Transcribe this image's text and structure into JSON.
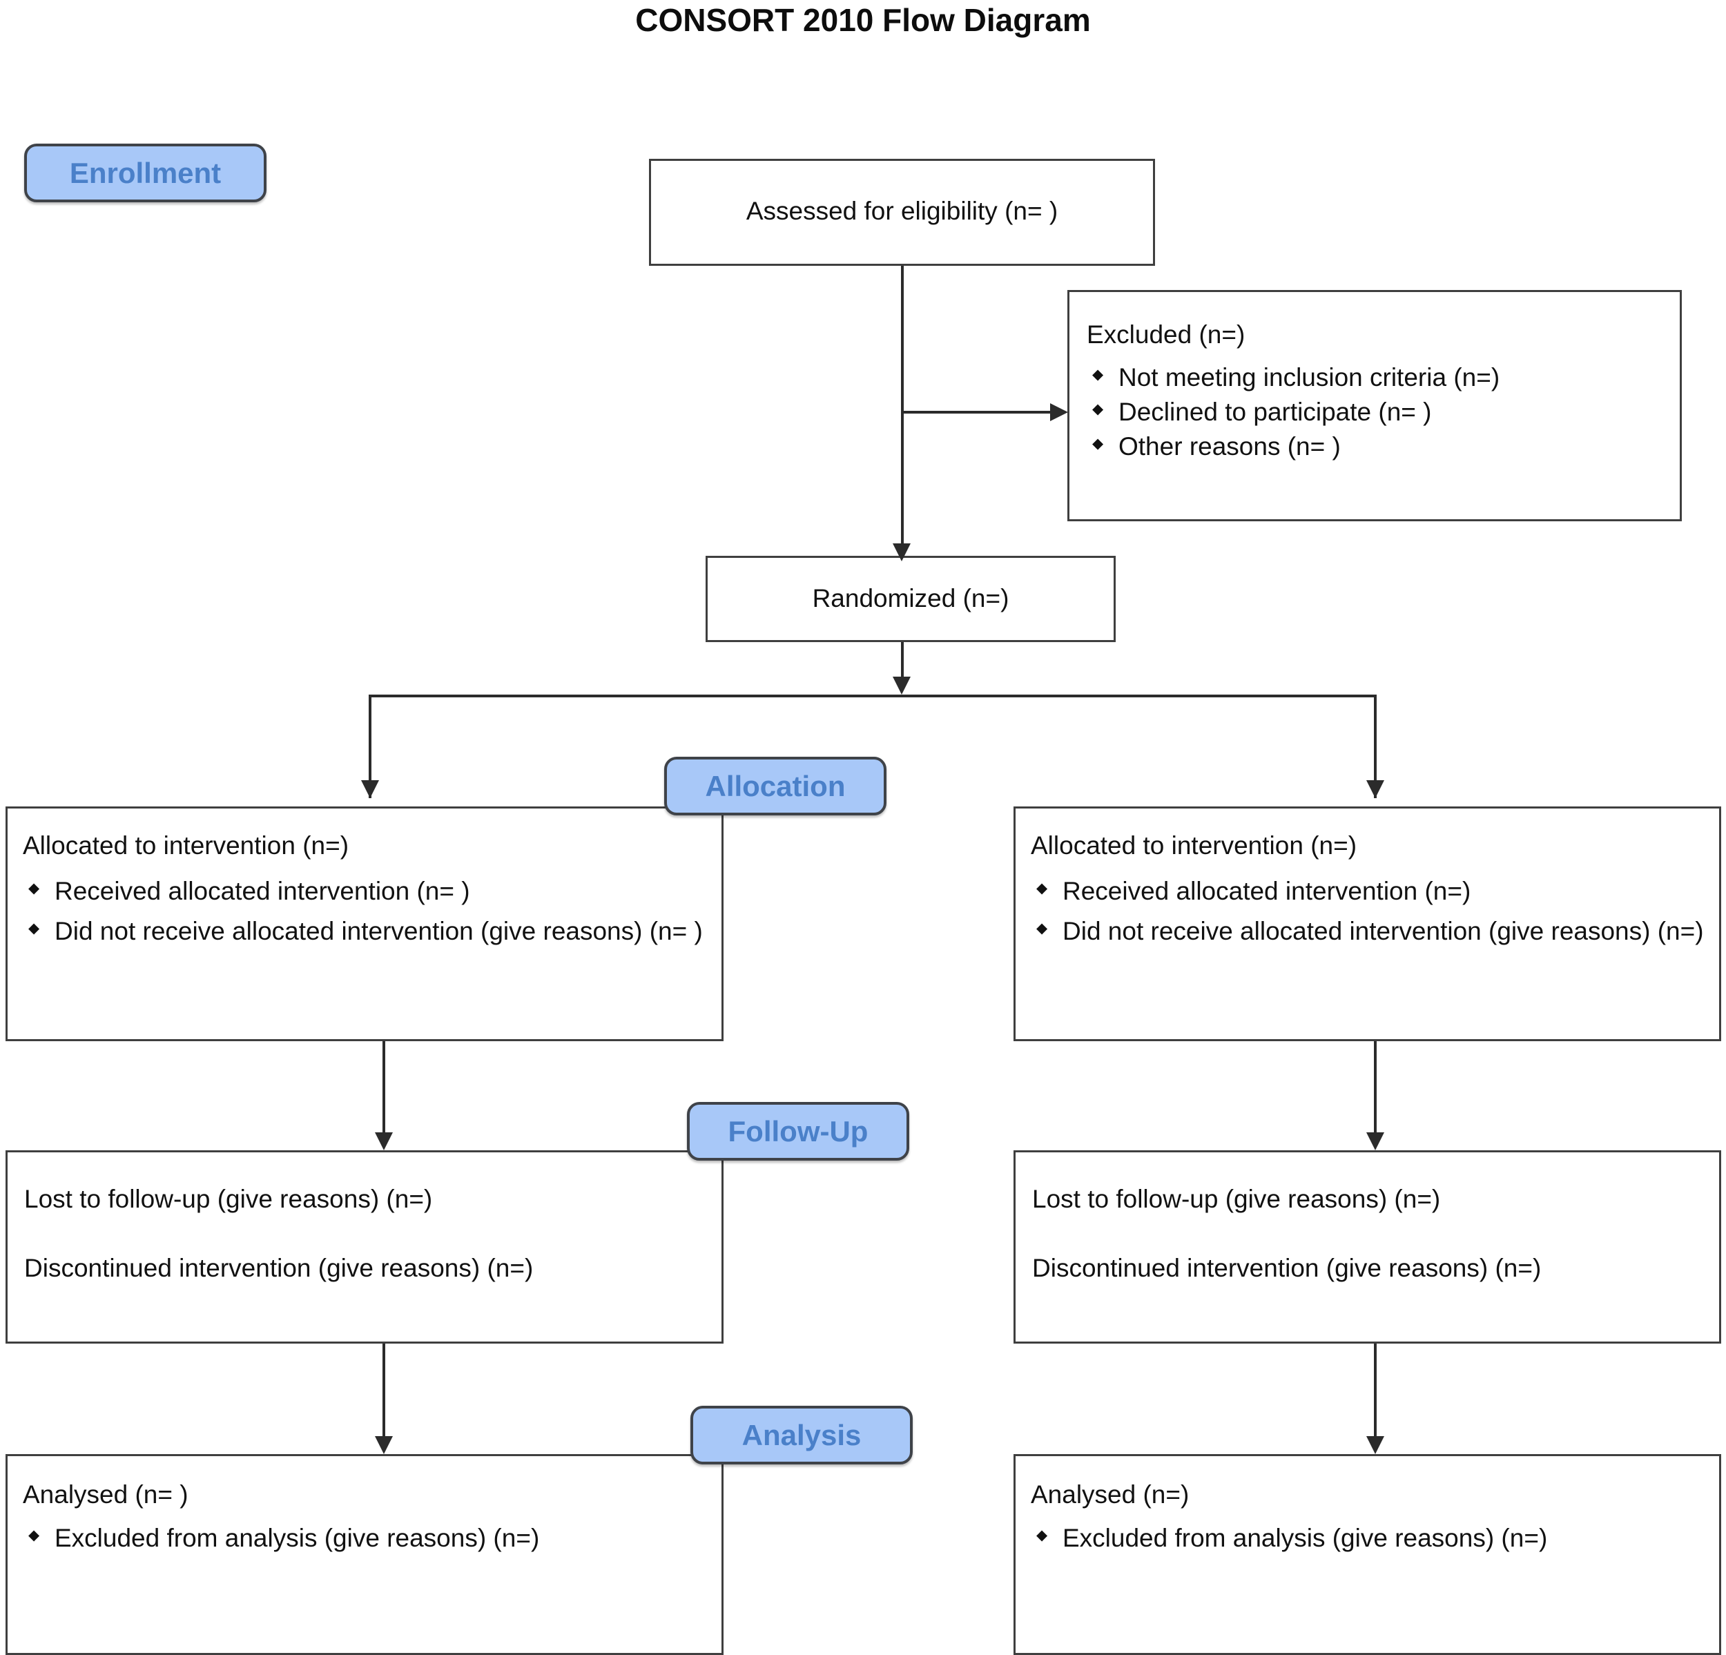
{
  "title": "CONSORT 2010 Flow Diagram",
  "stages": {
    "enrollment": "Enrollment",
    "allocation": "Allocation",
    "follow_up": "Follow-Up",
    "analysis": "Analysis"
  },
  "boxes": {
    "assessed": {
      "text": "Assessed for eligibility (n= )"
    },
    "excluded": {
      "heading": "Excluded  (n=)",
      "bullets": [
        "Not meeting inclusion criteria (n=)",
        "Declined to participate (n= )",
        " Other reasons (n=   )"
      ]
    },
    "randomized": {
      "text": "Randomized (n=)"
    },
    "allocated_left": {
      "heading": "Allocated to intervention (n=)",
      "bullets": [
        "Received allocated intervention (n= )",
        "Did not receive allocated intervention (give reasons) (n= )"
      ]
    },
    "allocated_right": {
      "heading": "Allocated to intervention (n=)",
      "bullets": [
        "Received allocated intervention (n=)",
        "Did not receive allocated intervention (give reasons) (n=)"
      ]
    },
    "followup_left": {
      "line1": "Lost to follow-up (give reasons) (n=)",
      "line2": "Discontinued intervention (give reasons) (n=)"
    },
    "followup_right": {
      "line1": "Lost to follow-up (give reasons) (n=)",
      "line2": "Discontinued intervention (give reasons) (n=)"
    },
    "analysed_left": {
      "heading": "Analysed  (n= )",
      "bullets": [
        "Excluded from analysis (give reasons) (n=)"
      ]
    },
    "analysed_right": {
      "heading": "Analysed  (n=)",
      "bullets": [
        "Excluded from analysis (give reasons) (n=)"
      ]
    }
  },
  "colors": {
    "badge_fill": "#a8c8f8",
    "badge_border": "#3f4349",
    "badge_text": "#4a80c9",
    "box_border": "#3f3f3f",
    "line": "#2b2b2b",
    "text": "#111111"
  }
}
